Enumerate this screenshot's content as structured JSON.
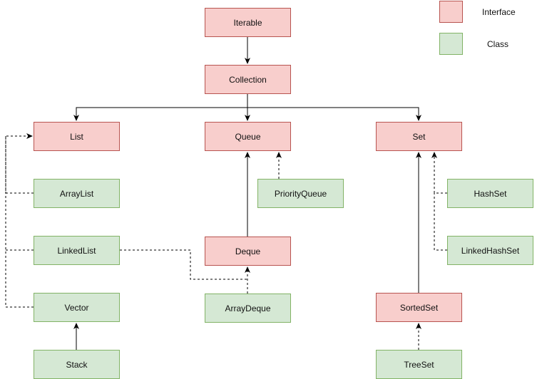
{
  "colors": {
    "interface_fill": "#f8cecc",
    "interface_stroke": "#b85450",
    "class_fill": "#d5e8d4",
    "class_stroke": "#82b366",
    "edge": "#000000"
  },
  "legend": {
    "interface_label": "Interface",
    "class_label": "Class"
  },
  "nodes": {
    "iterable": {
      "label": "Iterable",
      "kind": "interface"
    },
    "collection": {
      "label": "Collection",
      "kind": "interface"
    },
    "list": {
      "label": "List",
      "kind": "interface"
    },
    "queue": {
      "label": "Queue",
      "kind": "interface"
    },
    "set": {
      "label": "Set",
      "kind": "interface"
    },
    "arraylist": {
      "label": "ArrayList",
      "kind": "class"
    },
    "priorityqueue": {
      "label": "PriorityQueue",
      "kind": "class"
    },
    "hashset": {
      "label": "HashSet",
      "kind": "class"
    },
    "linkedlist": {
      "label": "LinkedList",
      "kind": "class"
    },
    "deque": {
      "label": "Deque",
      "kind": "interface"
    },
    "linkedhashset": {
      "label": "LinkedHashSet",
      "kind": "class"
    },
    "vector": {
      "label": "Vector",
      "kind": "class"
    },
    "arraydeque": {
      "label": "ArrayDeque",
      "kind": "class"
    },
    "sortedset": {
      "label": "SortedSet",
      "kind": "interface"
    },
    "stack": {
      "label": "Stack",
      "kind": "class"
    },
    "treeset": {
      "label": "TreeSet",
      "kind": "class"
    }
  },
  "edges": [
    {
      "from": "iterable",
      "to": "collection",
      "style": "solid"
    },
    {
      "from": "collection",
      "to": "list",
      "style": "solid"
    },
    {
      "from": "collection",
      "to": "queue",
      "style": "solid"
    },
    {
      "from": "collection",
      "to": "set",
      "style": "solid"
    },
    {
      "from": "arraylist",
      "to": "list",
      "style": "dashed"
    },
    {
      "from": "linkedlist",
      "to": "list",
      "style": "dashed"
    },
    {
      "from": "vector",
      "to": "list",
      "style": "dashed"
    },
    {
      "from": "stack",
      "to": "vector",
      "style": "solid"
    },
    {
      "from": "priorityqueue",
      "to": "queue",
      "style": "dashed"
    },
    {
      "from": "deque",
      "to": "queue",
      "style": "solid"
    },
    {
      "from": "arraydeque",
      "to": "deque",
      "style": "dashed"
    },
    {
      "from": "linkedlist",
      "to": "deque",
      "style": "dashed"
    },
    {
      "from": "hashset",
      "to": "set",
      "style": "dashed"
    },
    {
      "from": "linkedhashset",
      "to": "set",
      "style": "dashed"
    },
    {
      "from": "sortedset",
      "to": "set",
      "style": "solid"
    },
    {
      "from": "treeset",
      "to": "sortedset",
      "style": "dashed"
    }
  ]
}
